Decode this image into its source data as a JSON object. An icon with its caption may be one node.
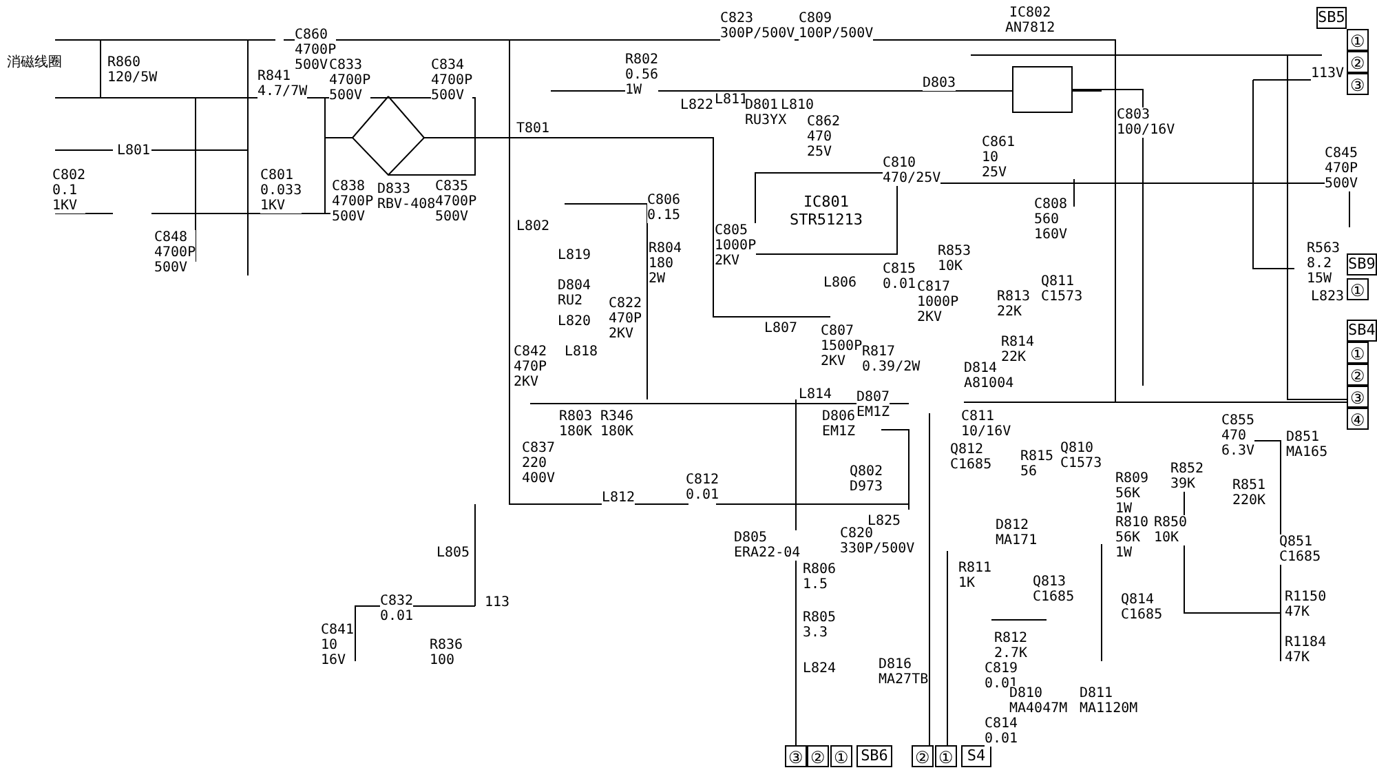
{
  "diagram": {
    "nodes": [
      {
        "text": [
          "IC801",
          "STR51213"
        ]
      },
      {
        "text": [
          "IC802 AN7812"
        ]
      },
      {
        "text": [
          "SB5"
        ]
      },
      {
        "text": [
          "SB9"
        ]
      },
      {
        "text": [
          "SB4"
        ]
      },
      {
        "text": [
          "SB6"
        ]
      },
      {
        "text": [
          "S4"
        ]
      }
    ],
    "labels": [
      "消磁线圈",
      "R860 120/5W",
      "C860 4700P 500V",
      "R841 4.7/7W",
      "C833 4700P 500V",
      "C834 4700P 500V",
      "L801",
      "C802 0.1 1KV",
      "C801 0.033 1KV",
      "C838 4700P 500V",
      "D833 RBV-408",
      "C835 4700P 500V",
      "C848 4700P 500V",
      "C823 300P/500V",
      "C809 100P/500V",
      "R802 0.56 1W",
      "T801",
      "L822",
      "L811",
      "D801 RU3YX",
      "L810",
      "C862 470 25V",
      "C810 470/25V",
      "L802",
      "L819",
      "D804 RU2",
      "L820",
      "C822 470P 2KV",
      "L818",
      "C842 470P 2KV",
      "C806 0.15",
      "R804 180 2W",
      "C805 1000P 2KV",
      "L807",
      "L806",
      "C815 0.01",
      "C807 1500P 2KV",
      "R817 0.39/2W",
      "C817 1000P 2KV",
      "D803",
      "C861 10 25V",
      "C803 100/16V",
      "C808 560 160V",
      "R853 10K",
      "R813 22K",
      "Q811 C1573",
      "R814 22K",
      "D814 A81004",
      "①",
      "②",
      "113V",
      "③",
      "C845 470P 500V",
      "R563 8.2 15W",
      "L823",
      "①",
      "①",
      "②",
      "③",
      "④",
      "R803 180K",
      "R346 180K",
      "C837 220 400V",
      "L812",
      "C812 0.01",
      "L814",
      "D807 EM1Z",
      "D806 EM1Z",
      "Q802 D973",
      "L825",
      "D805 ERA22-04",
      "C820 330P/500V",
      "R806 1.5",
      "R805 3.3",
      "L824",
      "D816 MA27TB",
      "L805",
      "C832 0.01",
      "C841 10 16V",
      "R836 100",
      "113",
      "C811 10/16V",
      "Q812 C1685",
      "R815 56",
      "Q810 C1573",
      "R809 56K 1W",
      "R810 56K 1W",
      "R850 10K",
      "R852 39K",
      "C855 470 6.3V",
      "R851 220K",
      "D851 MA165",
      "Q851 C1685",
      "D812 MA171",
      "R811 1K",
      "Q813 C1685",
      "Q814 C1685",
      "R1150 47K",
      "R812 2.7K",
      "R1184 47K",
      "C819 0.01",
      "D810 MA4047M",
      "D811 MA1120M",
      "C814 0.01",
      "③",
      "②",
      "①",
      "②",
      "①"
    ]
  }
}
